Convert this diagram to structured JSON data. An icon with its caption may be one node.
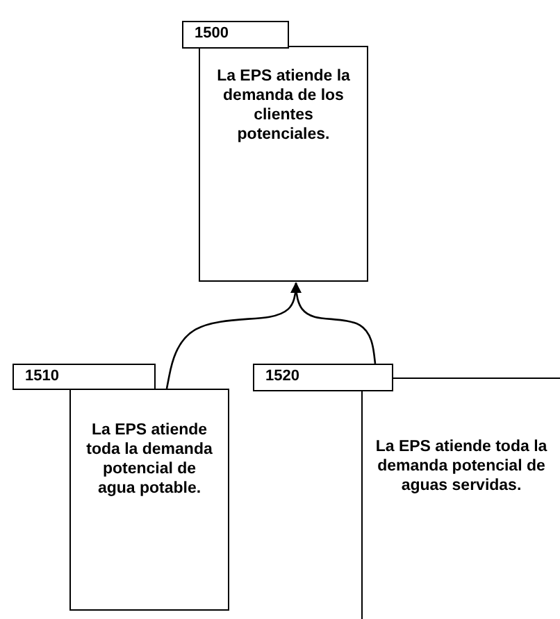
{
  "diagram": {
    "nodes": [
      {
        "text": [
          "1500",
          "La EPS atiende la demanda de los clientes potenciales."
        ]
      },
      {
        "text": [
          "1510",
          "La EPS atiende toda la demanda potencial de agua potable."
        ]
      },
      {
        "text": [
          "1520",
          "La EPS atiende toda la demanda potencial de aguas servidas."
        ]
      }
    ],
    "edges": [
      {
        "from": 1,
        "to": 0,
        "arrow": "to"
      },
      {
        "from": 2,
        "to": 0,
        "arrow": "to"
      }
    ]
  }
}
